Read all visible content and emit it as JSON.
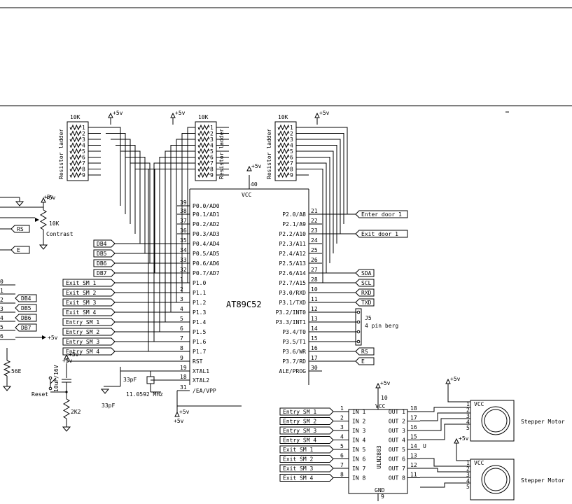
{
  "mcu": {
    "name": "AT89C52",
    "vcc": "VCC",
    "left_pins": [
      {
        "num": "39",
        "name": "P0.0/AD0"
      },
      {
        "num": "38",
        "name": "P0.1/AD1"
      },
      {
        "num": "37",
        "name": "P0.2/AD2"
      },
      {
        "num": "36",
        "name": "P0.3/AD3"
      },
      {
        "num": "35",
        "name": "P0.4/AD4"
      },
      {
        "num": "34",
        "name": "P0.5/AD5"
      },
      {
        "num": "33",
        "name": "P0.6/AD6"
      },
      {
        "num": "32",
        "name": "P0.7/AD7"
      },
      {
        "num": "1",
        "name": "P1.0"
      },
      {
        "num": "2",
        "name": "P1.1"
      },
      {
        "num": "3",
        "name": "P1.2"
      },
      {
        "num": "4",
        "name": "P1.3"
      },
      {
        "num": "5",
        "name": "P1.4"
      },
      {
        "num": "6",
        "name": "P1.5"
      },
      {
        "num": "7",
        "name": "P1.6"
      },
      {
        "num": "8",
        "name": "P1.7"
      },
      {
        "num": "9",
        "name": "RST"
      },
      {
        "num": "19",
        "name": "XTAL1"
      },
      {
        "num": "18",
        "name": "XTAL2"
      },
      {
        "num": "31",
        "name": "/EA/VPP"
      }
    ],
    "right_pins": [
      {
        "num": "21",
        "name": "P2.0/A8"
      },
      {
        "num": "22",
        "name": "P2.1/A9"
      },
      {
        "num": "23",
        "name": "P2.2/A10"
      },
      {
        "num": "24",
        "name": "P2.3/A11"
      },
      {
        "num": "25",
        "name": "P2.4/A12"
      },
      {
        "num": "26",
        "name": "P2.5/A13"
      },
      {
        "num": "27",
        "name": "P2.6/A14"
      },
      {
        "num": "28",
        "name": "P2.7/A15"
      },
      {
        "num": "10",
        "name": "P3.0/RXD"
      },
      {
        "num": "11",
        "name": "P3.1/TXD"
      },
      {
        "num": "12",
        "name": "P3.2/INT0"
      },
      {
        "num": "13",
        "name": "P3.3/INT1"
      },
      {
        "num": "14",
        "name": "P3.4/T0"
      },
      {
        "num": "15",
        "name": "P3.5/T1"
      },
      {
        "num": "16",
        "name": "P3.6/WR"
      },
      {
        "num": "17",
        "name": "P3.7/RD"
      },
      {
        "num": "30",
        "name": "ALE/PROG"
      }
    ],
    "vcc_pin": "40"
  },
  "mcu_left_tags": [
    "DB4",
    "DB5",
    "DB6",
    "DB7",
    "Exit SM 1",
    "Exit SM 2",
    "Exit SM 3",
    "Exit SM 4",
    "Entry SM 1",
    "Entry SM 2",
    "Entry SM 3",
    "Entry SM 4"
  ],
  "mcu_right_tags": [
    "Enter door 1",
    "Exit door 1",
    "SDA",
    "SCL",
    "RXD",
    "TXD",
    "RS",
    "E"
  ],
  "ladders": [
    {
      "value": "10K",
      "label": "Resistor ladder",
      "supply": "+5v",
      "pins": [
        "1",
        "2",
        "3",
        "4",
        "5",
        "6",
        "7",
        "8",
        "9"
      ]
    },
    {
      "value": "10K",
      "label": "Resistor ladder",
      "supply": "+5v",
      "pins": [
        "1",
        "2",
        "3",
        "4",
        "5",
        "6",
        "7",
        "8",
        "9"
      ]
    },
    {
      "value": "10K",
      "label": "Resistor ladder",
      "supply": "+5v",
      "pins": [
        "1",
        "2",
        "3",
        "4",
        "5",
        "6",
        "7",
        "8",
        "9"
      ]
    }
  ],
  "berg": {
    "name": "J5",
    "desc": "4 pin berg"
  },
  "lcd": {
    "supply": "+5v",
    "pot": "10K",
    "pot_label": "Contrast",
    "tags": [
      "RS",
      "E",
      "DB4",
      "DB5",
      "DB6",
      "DB7"
    ],
    "pin_nums": [
      "0",
      "1",
      "2",
      "3",
      "4",
      "5",
      "6"
    ],
    "backlight_supply": "+5v",
    "backlight_res": "56E"
  },
  "reset": {
    "supply": "+5v",
    "cap": "10uF/16V",
    "label": "Reset",
    "res": "2K2"
  },
  "crystal": {
    "freq": "11.0592 MHz",
    "cap1": "33pF",
    "cap2": "33pF",
    "ea_supply": "+5v"
  },
  "driver": {
    "name": "ULN2803",
    "vcc": "VCC",
    "gnd": "GND",
    "supply": "+5v",
    "vcc_pin": "10",
    "gnd_pin": "9",
    "inputs": [
      {
        "tag": "Entry SM 1",
        "num": "1",
        "name": "IN 1"
      },
      {
        "tag": "Entry SM 2",
        "num": "2",
        "name": "IN 2"
      },
      {
        "tag": "Entry SM 3",
        "num": "3",
        "name": "IN 3"
      },
      {
        "tag": "Entry SM 4",
        "num": "4",
        "name": "IN 4"
      },
      {
        "tag": "Exit SM 1",
        "num": "5",
        "name": "IN 5"
      },
      {
        "tag": "Exit SM 2",
        "num": "6",
        "name": "IN 6"
      },
      {
        "tag": "Exit SM 3",
        "num": "7",
        "name": "IN 7"
      },
      {
        "tag": "Exit SM 4",
        "num": "8",
        "name": "IN 8"
      }
    ],
    "outputs": [
      {
        "num": "18",
        "name": "OUT 1"
      },
      {
        "num": "17",
        "name": "OUT 2"
      },
      {
        "num": "16",
        "name": "OUT 3"
      },
      {
        "num": "15",
        "name": "OUT 4"
      },
      {
        "num": "14",
        "name": "OUT 5"
      },
      {
        "num": "13",
        "name": "OUT 6"
      },
      {
        "num": "12",
        "name": "OUT 7"
      },
      {
        "num": "11",
        "name": "OUT 8"
      }
    ],
    "u_label": "U"
  },
  "motors": [
    {
      "label": "Stepper Motor",
      "vcc": "VCC",
      "supply": "+5v",
      "pins": [
        "1",
        "2",
        "3",
        "4",
        "5"
      ]
    },
    {
      "label": "Stepper Motor",
      "vcc": "VCC",
      "supply": "+5v",
      "pins": [
        "1",
        "2",
        "3",
        "4",
        "5"
      ]
    }
  ]
}
